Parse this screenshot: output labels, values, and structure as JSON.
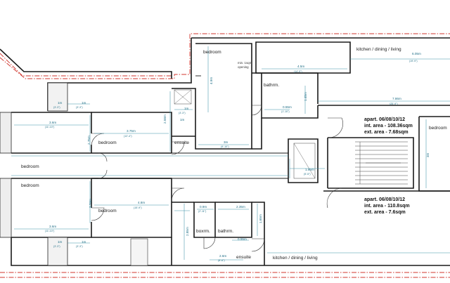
{
  "rooms": {
    "bedroom_top": "bedroom",
    "bedroom_mid": "bedroom",
    "bedroom_left_top": "bedroom",
    "bedroom_left_bottom": "bedroom",
    "bedroom_low": "bedroom",
    "ensuite_top": "ensuite",
    "ensuite_bottom": "ensuite",
    "bathroom_top": "bathrm.",
    "bathroom_bottom": "bathrm.",
    "boxroom": "boxrm.",
    "kitchen_top": "kitchen / dining / living",
    "kitchen_bottom": "kitchen / dining / living"
  },
  "notes": {
    "opening_line1": "min. 1sqm",
    "opening_line2": "opening"
  },
  "apartments": [
    {
      "title": "apart. 06/08/10/12",
      "int_area": "int. area - 108.36sqm",
      "ext_area": "ext. area - 7.68sqm"
    },
    {
      "title": "apart. 06/08/10/12",
      "int_area": "int. area - 110.8sqm",
      "ext_area": "ext. area - 7.6sqm"
    }
  ],
  "dimensions": {
    "d1": "4.5m",
    "d1i": "(14'-9\")",
    "d2": "6.05m",
    "d2i": "(19'-9\")",
    "d3": "7.86m",
    "d3i": "(25'-9\")",
    "d4": "3.6m",
    "d4i": "(11'-10\")",
    "d5": "3.75m",
    "d5i": "(12'-4\")",
    "d6": "3m",
    "d6i": "(9'-10\")",
    "d7": "1m",
    "d7i": "(3'-3\")",
    "d8": "2.75m",
    "d9": "2.58m",
    "d10": "0.55m",
    "d10i": "(1'-10\")",
    "d11": "1.65m",
    "d11i": "(5'-5\")",
    "d12": "4.8m",
    "d12i": "(15'-9\")",
    "d13": "3.6m",
    "d13i": "(11'-10\")",
    "d14": "2.6m",
    "d14i": "(8'-6\")",
    "d15": "0.9m",
    "d15i": "(2'-11\")",
    "d16": "1m",
    "d16i": "(3'-3\")",
    "d17": "2.74m",
    "d18": "2.35m",
    "d19": "1.65m",
    "d20": "1m",
    "d20i": "(3'-3\")",
    "d21": "1m",
    "d21i": "(3'-3\")",
    "d22": "1m",
    "d22i": "(3'-3\")",
    "d23": "1.45m",
    "d24": "1m",
    "d25": "0.55m",
    "d26": "2.85m",
    "d27": "4.9m",
    "d28": "3m"
  }
}
